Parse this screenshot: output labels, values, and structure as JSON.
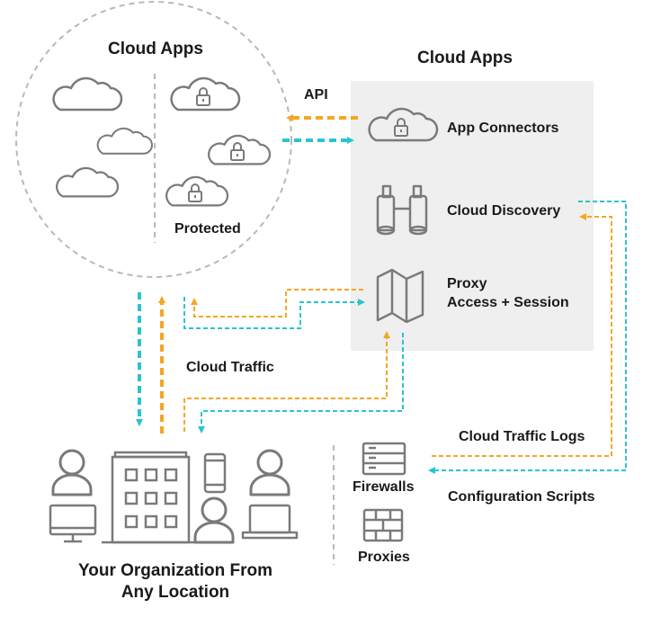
{
  "left_circle": {
    "title": "Cloud Apps",
    "protected_label": "Protected"
  },
  "panel": {
    "title": "Cloud Apps",
    "items": [
      {
        "label": "App Connectors",
        "icon": "cloud-lock-icon"
      },
      {
        "label": "Cloud Discovery",
        "icon": "binoculars-icon"
      },
      {
        "label_line1": "Proxy",
        "label_line2": "Access + Session",
        "icon": "map-icon"
      }
    ]
  },
  "labels": {
    "api": "API",
    "cloud_traffic": "Cloud Traffic",
    "cloud_traffic_logs": "Cloud Traffic Logs",
    "configuration_scripts": "Configuration Scripts",
    "firewalls": "Firewalls",
    "proxies": "Proxies",
    "organization_line1": "Your Organization From",
    "organization_line2": "Any Location"
  },
  "colors": {
    "orange": "#f5a623",
    "teal": "#29c4cf",
    "icon_gray": "#7a7a7a",
    "panel_bg": "#efefef",
    "circle_border": "#b8b8b8"
  }
}
